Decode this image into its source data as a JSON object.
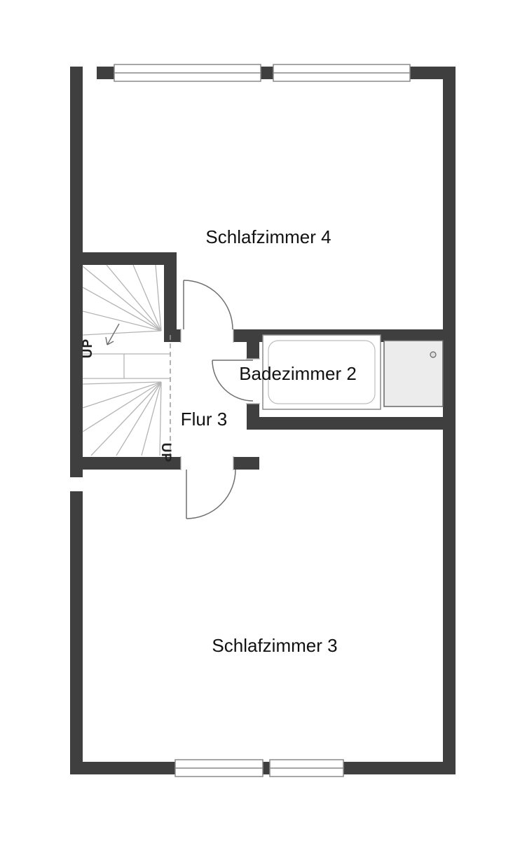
{
  "labels": {
    "bedroom4": "Schlafzimmer 4",
    "bathroom2": "Badezimmer 2",
    "hall3": "Flur 3",
    "bedroom3": "Schlafzimmer 3",
    "stairs_up_top": "UP",
    "stairs_up_bottom": "UP"
  },
  "colors": {
    "wall": "#3f3f3f",
    "background": "#ffffff",
    "stair_line": "#b4b4b4",
    "dashed_line": "#999999",
    "door_line": "#6f6f6f",
    "window_line": "#8a8a8a",
    "fixture_line": "#8a8a8a",
    "shower_fill": "#ececec",
    "text": "#111111"
  }
}
